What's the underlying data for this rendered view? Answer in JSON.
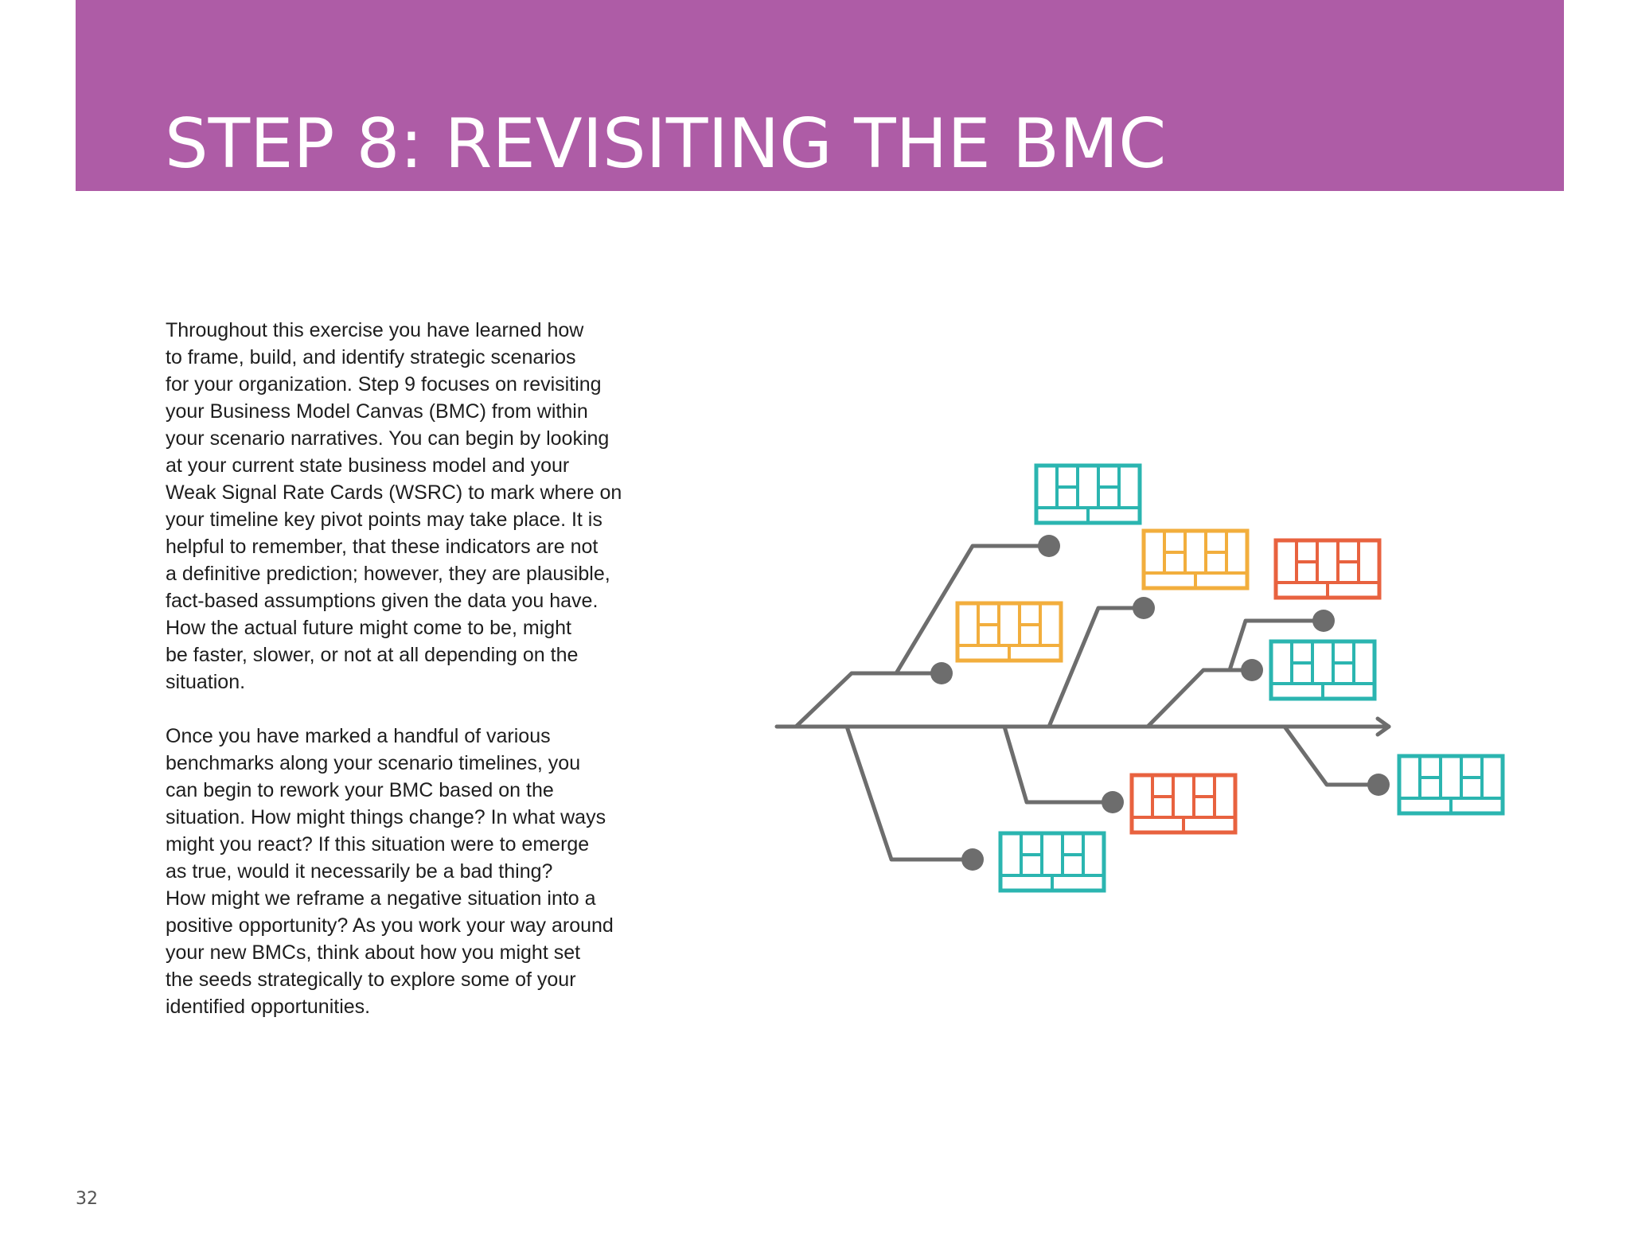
{
  "header": {
    "title": "STEP 8: REVISITING THE BMC",
    "band_color": "#ae5ca6"
  },
  "body": {
    "paragraph_1": "Throughout this exercise you have learned how\nto frame, build, and identify strategic scenarios\nfor your organization. Step 9 focuses on revisiting\nyour Business Model Canvas (BMC) from within\nyour scenario narratives. You can begin by looking\nat your current state business model and your\nWeak Signal Rate Cards (WSRC) to mark where on\nyour timeline key pivot points may take place. It is\nhelpful to remember, that these indicators are not\na definitive prediction; however, they are plausible,\nfact-based assumptions given the data you have.\nHow the actual future might come to be, might\nbe faster, slower, or not at all depending on the\nsituation.",
    "paragraph_2": "Once you have marked a handful of various\nbenchmarks along your scenario timelines, you\ncan begin to rework your BMC based on the\nsituation. How might things change? In what ways\nmight you react? If this situation were to emerge\nas true, would it necessarily be a bad thing?\nHow might we reframe a negative situation into a\npositive opportunity? As you work your way around\nyour new BMCs, think about how you might set\nthe seeds strategically to explore some of your\nidentified opportunities."
  },
  "footer": {
    "page_number": "32"
  },
  "diagram": {
    "line_color": "#6d6d6d",
    "canvas_colors": {
      "teal": "#2bb5b0",
      "orange": "#f2ae3d",
      "red": "#e8623f"
    },
    "canvas_icon": "business-model-canvas-icon",
    "canvas_color_sequence": [
      "teal",
      "orange",
      "orange",
      "red",
      "teal",
      "teal",
      "red",
      "teal"
    ]
  }
}
